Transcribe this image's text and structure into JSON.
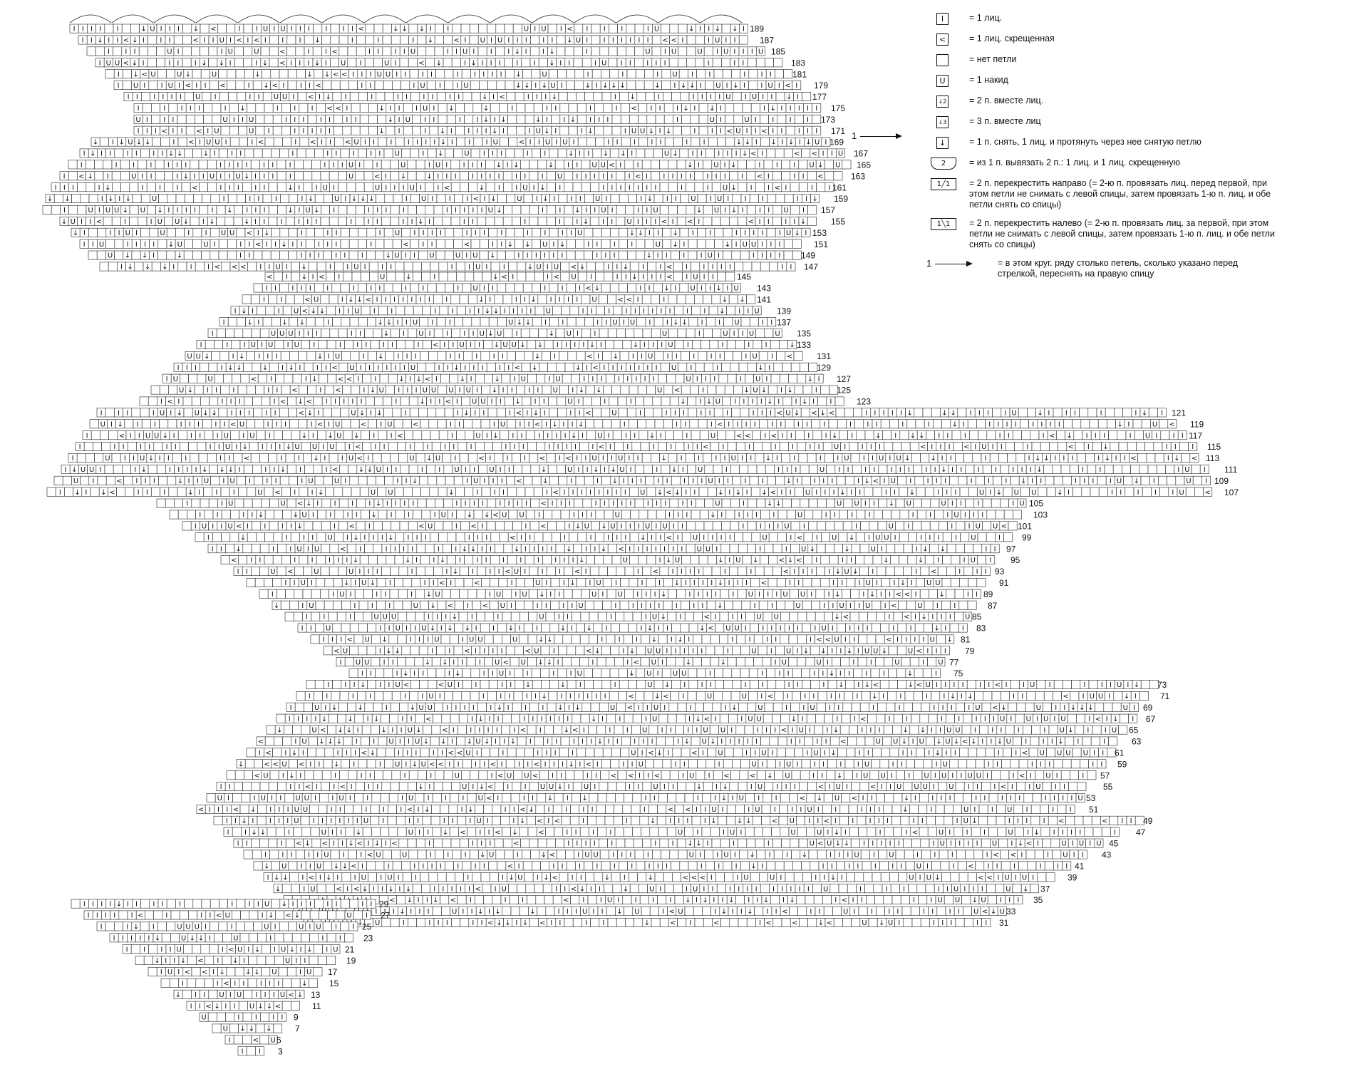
{
  "chart_data": {
    "type": "diagram",
    "description_free": true,
    "row_numbers_top": [
      189,
      187,
      185,
      183,
      181,
      179,
      177,
      175,
      173,
      171,
      169,
      167,
      165,
      163,
      161,
      159,
      157,
      155,
      153,
      151,
      149,
      147
    ],
    "row_numbers_middle": [
      145,
      143,
      141,
      139,
      137,
      135,
      133,
      131,
      129,
      127,
      125,
      123,
      121,
      119,
      117,
      115,
      113,
      111,
      109,
      107,
      105,
      103,
      101,
      99,
      97,
      95,
      93,
      91,
      89,
      87,
      85,
      83,
      81,
      79,
      77,
      75,
      73,
      71,
      69,
      67,
      65,
      63,
      61,
      59,
      57,
      55,
      53,
      51,
      49,
      47,
      45,
      43,
      41,
      39,
      37,
      35,
      33,
      31
    ],
    "row_numbers_bottom": [
      29,
      27,
      25,
      23,
      21,
      19,
      17,
      15,
      13,
      11,
      9,
      7,
      5,
      3
    ]
  },
  "legend": {
    "items": [
      {
        "symbol": "I",
        "text": "= 1 лиц."
      },
      {
        "symbol": "<",
        "text": "= 1 лиц. скрещенная"
      },
      {
        "symbol": "",
        "text": "= нет петли"
      },
      {
        "symbol": "U",
        "text": "= 1 накид"
      },
      {
        "symbol": "↓2",
        "text": "= 2 п. вместе лиц."
      },
      {
        "symbol": "↓3",
        "text": "= 3 п. вместе лиц"
      },
      {
        "symbol": "↓",
        "text": "= 1 п. снять, 1 лиц. и протянуть через нее снятую петлю"
      },
      {
        "symbol": "2",
        "text": "= из 1 п. вывязать 2 п.: 1 лиц. и 1 лиц. скрещенную"
      },
      {
        "symbol": "1╱1",
        "text": "= 2 п. перекрестить направо (= 2-ю п. провязать лиц. перед первой, при этом петли не снимать с левой спицы, затем провязать 1-ю п. лиц. и обе петли снять со спицы)"
      },
      {
        "symbol": "1╲1",
        "text": "= 2 п. перекрестить налево (= 2-ю п. провязать лиц. за первой, при этом петли не снимать с левой спицы, затем провязать 1-ю п. лиц. и обе петли снять со спицы)"
      },
      {
        "symbol": "1",
        "text": "= в этом круг. ряду столько петель, сколько указано перед стрелкой, переснять на правую спицу"
      }
    ],
    "marker_169": "1"
  }
}
